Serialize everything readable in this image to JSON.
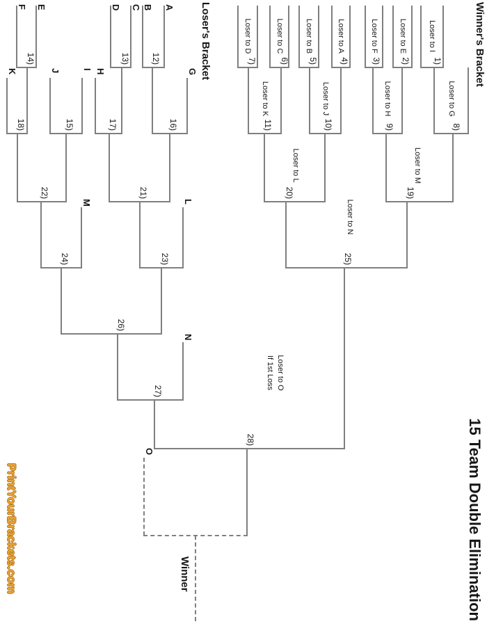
{
  "page": {
    "background": "#ffffff",
    "line_color": "#7f7f7f",
    "text_color": "#161616"
  },
  "titles": {
    "main": "15 Team Double Elimination",
    "winners_bracket": "Winner's Bracket",
    "losers_bracket": "Loser's Bracket"
  },
  "final": {
    "winner_label": "Winner"
  },
  "footer": {
    "watermark": "PrintYourBrackets.com",
    "watermark_fill": "#EAA63A",
    "watermark_outline": "#B5761C"
  },
  "games": [
    {
      "label": "1)",
      "loser_to": "Loser to I"
    },
    {
      "label": "2)",
      "loser_to": "Loser to E"
    },
    {
      "label": "3)",
      "loser_to": "Loser to F"
    },
    {
      "label": "4)",
      "loser_to": "Loser to A"
    },
    {
      "label": "5)",
      "loser_to": "Loser to B"
    },
    {
      "label": "6)",
      "loser_to": "Loser to C"
    },
    {
      "label": "7)",
      "loser_to": "Loser to D"
    },
    {
      "label": "8)",
      "loser_to": "Loser to G"
    },
    {
      "label": "9)",
      "loser_to": "Loser to H"
    },
    {
      "label": "10)",
      "loser_to": "Loser to J"
    },
    {
      "label": "11)",
      "loser_to": "Loser to K"
    },
    {
      "label": "12)"
    },
    {
      "label": "13)"
    },
    {
      "label": "14)"
    },
    {
      "label": "15)"
    },
    {
      "label": "16)"
    },
    {
      "label": "17)"
    },
    {
      "label": "18)"
    },
    {
      "label": "19)",
      "loser_to": "Loser to M"
    },
    {
      "label": "20)",
      "loser_to": "Loser to L"
    },
    {
      "label": "21)"
    },
    {
      "label": "22)"
    },
    {
      "label": "23)"
    },
    {
      "label": "24)"
    },
    {
      "label": "25)",
      "loser_to": "Loser to N"
    },
    {
      "label": "26)"
    },
    {
      "label": "27)"
    },
    {
      "label": "28)",
      "loser_to": "Loser to O",
      "note": "If 1st Loss"
    }
  ],
  "loser_entries": [
    "A",
    "B",
    "C",
    "D",
    "E",
    "F",
    "G",
    "H",
    "I",
    "J",
    "K",
    "L",
    "M",
    "N",
    "O"
  ]
}
